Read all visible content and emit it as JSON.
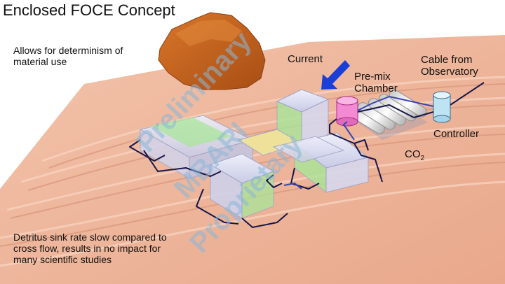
{
  "title": "Enclosed FOCE Concept",
  "notes": {
    "top_lines": [
      "Allows for determinism of",
      "material use"
    ],
    "bottom_lines": [
      "Detritus sink rate slow compared to",
      "cross flow, results in no impact for",
      "many scientific studies"
    ]
  },
  "labels": {
    "current": "Current",
    "premix_line1": "Pre-mix",
    "premix_line2": "Chamber",
    "cable_line1": "Cable from",
    "cable_line2": "Observatory",
    "controller": "Controller",
    "co2_main": "CO",
    "co2_sub": "2"
  },
  "watermark": [
    "Preliminary",
    "MBARI",
    "Proprietary"
  ],
  "colors": {
    "seafloor": "#eeb59b",
    "rock": "#c8621c",
    "arrow": "#1a3fd6",
    "chamber": "#f38ad3",
    "controller": "#bde3f5",
    "cable": "#16164a",
    "flume_green": "#a8e69a",
    "flume_glass": "#dcdcf0",
    "watermark": "#8ab7d8"
  }
}
